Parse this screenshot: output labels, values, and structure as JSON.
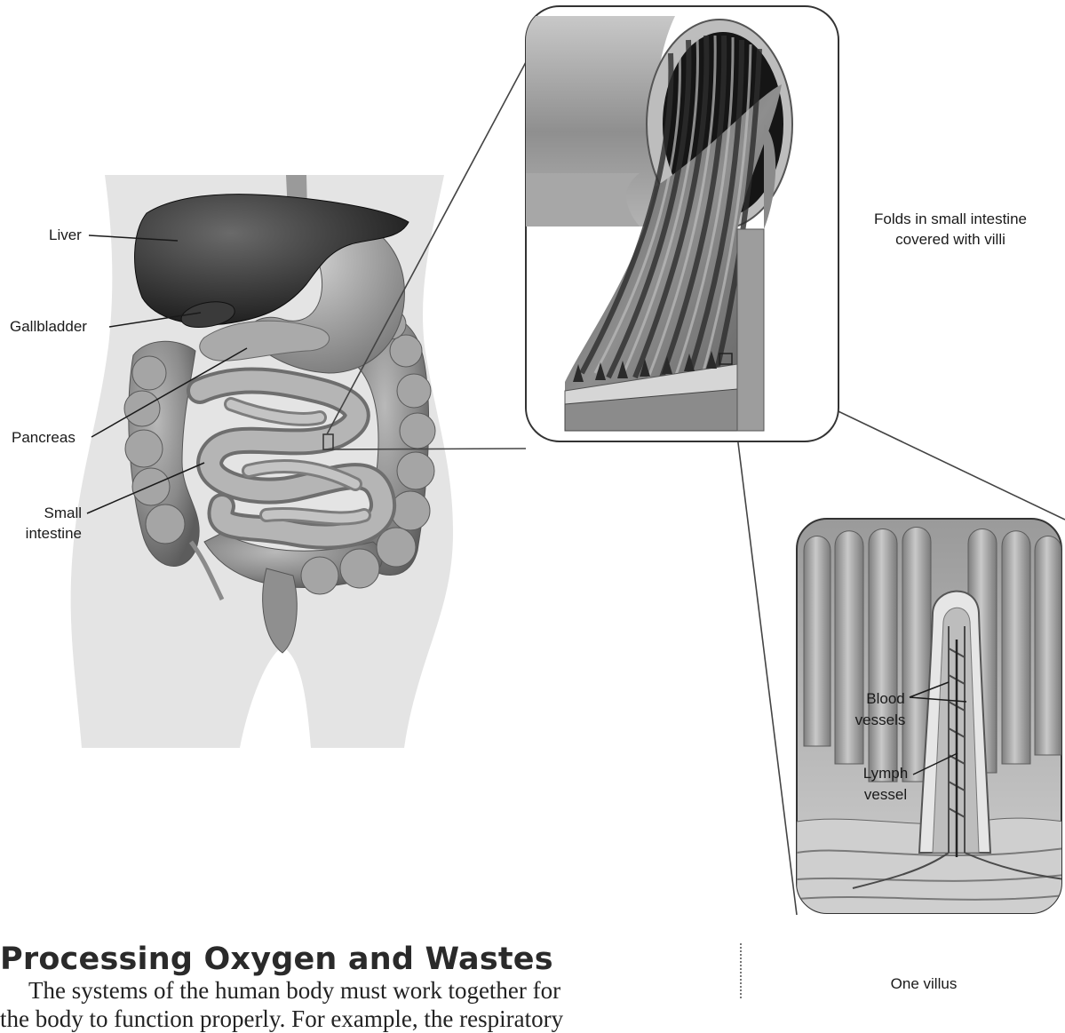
{
  "labels": {
    "liver": "Liver",
    "gallbladder": "Gallbladder",
    "pancreas": "Pancreas",
    "small_intestine_1": "Small",
    "small_intestine_2": "intestine",
    "folds_1": "Folds in small intestine",
    "folds_2": "covered with villi",
    "blood_1": "Blood",
    "blood_2": "vessels",
    "lymph_1": "Lymph",
    "lymph_2": "vessel",
    "villus": "One villus"
  },
  "section": {
    "heading": "Processing Oxygen and Wastes",
    "body_line1": "The systems of the human body must work together for",
    "body_line2": "the body to function properly. For example, the respiratory"
  }
}
